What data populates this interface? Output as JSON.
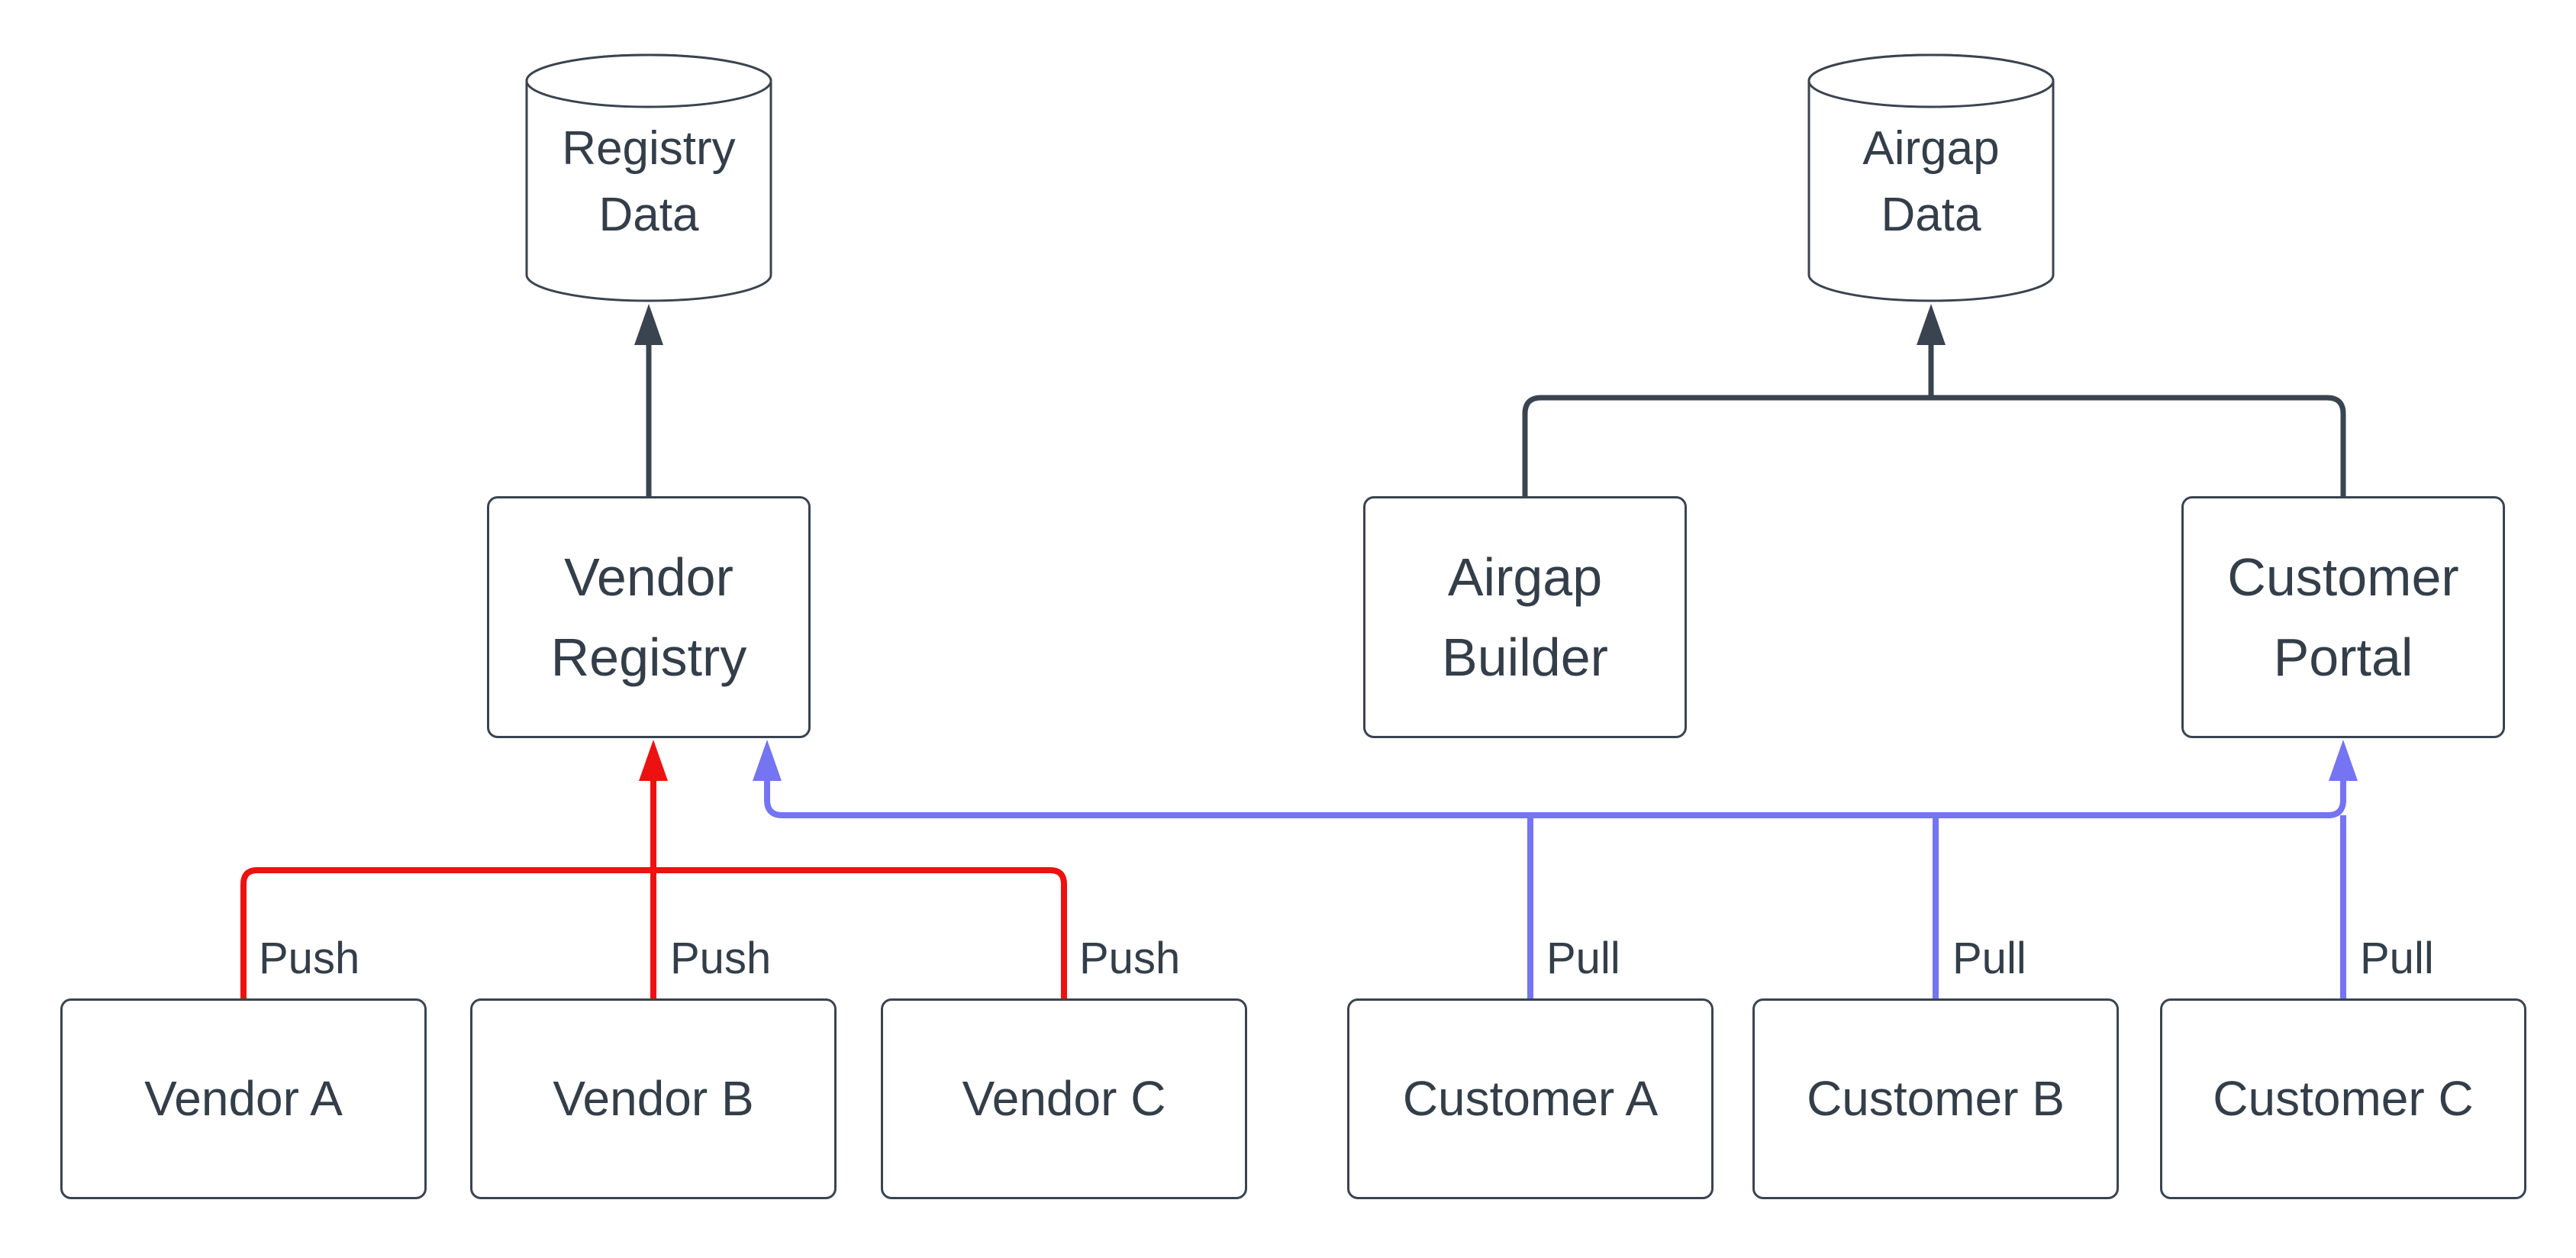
{
  "diagram": {
    "nodes": {
      "registry_data": {
        "type": "datastore",
        "line1": "Registry",
        "line2": "Data"
      },
      "airgap_data": {
        "type": "datastore",
        "line1": "Airgap",
        "line2": "Data"
      },
      "vendor_registry": {
        "type": "process",
        "line1": "Vendor",
        "line2": "Registry"
      },
      "airgap_builder": {
        "type": "process",
        "line1": "Airgap",
        "line2": "Builder"
      },
      "customer_portal": {
        "type": "process",
        "line1": "Customer",
        "line2": "Portal"
      },
      "vendor_a": {
        "label": "Vendor A"
      },
      "vendor_b": {
        "label": "Vendor B"
      },
      "vendor_c": {
        "label": "Vendor C"
      },
      "customer_a": {
        "label": "Customer A"
      },
      "customer_b": {
        "label": "Customer B"
      },
      "customer_c": {
        "label": "Customer C"
      }
    },
    "edge_labels": {
      "push_a": "Push",
      "push_b": "Push",
      "push_c": "Push",
      "pull_a": "Pull",
      "pull_b": "Pull",
      "pull_c": "Pull"
    },
    "colors": {
      "push_edge": "#ee1111",
      "pull_edge": "#7574f2",
      "dark_edge": "#3a4450",
      "node_border": "#3a4450",
      "text": "#333e49",
      "background": "#ffffff"
    }
  }
}
